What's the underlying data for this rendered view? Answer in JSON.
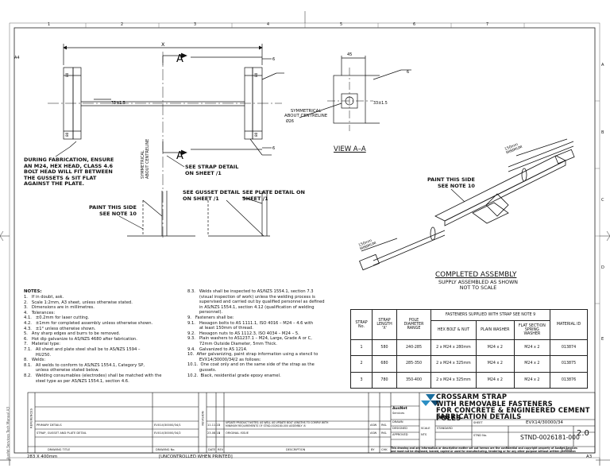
{
  "frame": {
    "columns": [
      "1",
      "2",
      "3",
      "4",
      "5",
      "6",
      "7"
    ],
    "rows": [
      "A",
      "B",
      "C",
      "D",
      "E"
    ],
    "sheet_size": "A3",
    "corner_label": "A4",
    "scale_bar": "283 X 400mm",
    "uncontrolled": "[UNCONTROLLED WHEN PRINTED]",
    "side_text": "Ausfet Services Tech Manual A3"
  },
  "dims": {
    "overall_x": "X",
    "six_a": "6",
    "six_b": "6",
    "six_c": "6",
    "forty_five": "45",
    "hole_a": "33±1.5",
    "hole_b": "33±1.5",
    "hole_dia": "Ø26",
    "symmetrical": "SYMMETRICAL\nABOUT CENTRELINE",
    "sym_vertical": "SYMMETRICAL\nABOUT CENTRELINE",
    "section_a_top": "A",
    "section_a_bottom": "A",
    "dim_80_a": "80",
    "dim_80_b": "80",
    "dim_80_c": "80",
    "dim_80_d": "80",
    "dim_150_a": "150mm\nMINIMUM",
    "dim_150_b": "150mm\nMINIMUM"
  },
  "callouts": {
    "during": "DURING FABRICATION, ENSURE\nAN M24, HEX HEAD, CLASS 4.6\nBOLT HEAD WILL FIT BETWEEN\nTHE GUSSETS & SIT FLAT\nAGAINST THE PLATE.",
    "strap": "SEE STRAP DETAIL\nON SHEET /1",
    "gusset": "SEE GUSSET DETAIL\nON SHEET /1",
    "plate": "SEE PLATE DETAIL ON\nSHEET /1",
    "paint_left": "PAINT THIS SIDE\nSEE NOTE 10",
    "paint_right": "PAINT THIS SIDE\nSEE NOTE 10",
    "view_aa": "VIEW A–A",
    "completed_title": "COMPLETED ASSEMBLY",
    "completed_sub": "SUPPLY ASSEMBLED AS SHOWN\nNOT TO SCALE"
  },
  "notes": {
    "heading": "NOTES:",
    "col1": "1.   If in doubt, ask.\n2.   Scale 1:2mm, A3 sheet, unless otherwise stated.\n3.   Dimensions are in millimetres.\n4.   Tolerances:\n4.1.   ±0.2mm for laser cutting.\n4.2.   ±1mm for completed assembly unless otherwise shown.\n4.3.   ±1° unless otherwise shown.\n5.   Any sharp edges and burrs to be removed.\n6.   Hot dip galvanize to AS/NZS 4680 after fabrication.\n7.   Material type:\n7.1.   All sheet and plate steel shall be to AS/NZS 1594 –\n         HU250.\n8.   Welds:\n8.1.   All welds to conform to AS/NZS 1554.1, Category SP,\n         unless otherwise stated below.\n8.2.   Welding consumables (electrodes) shall be matched with the\n         steel type as per AS/NZS 1554.1, section 4.6.",
    "col2": "8.3.   Welds shall be inspected to AS/NZS 1554.1, section 7.3\n         (visual inspection of work) unless the welding process is\n         supervised and carried out by qualified personnel as defined\n         in AS/NZS 1554.1, section 4.12 (qualification of welding\n         personnel).\n9.   Fasteners shall be:\n9.1.   Hexagon bolts to AS 1111.1, ISO 4016 – M24 – 4.6 with\n         at least 150mm of thread.\n9.2.   Hexagon nuts to AS 1112.3, ISO 4034 – M24 – 5.\n9.3.   Plain washers to AS1237.1 – M24, Large, Grade A or C,\n         72mm Outside Diameter, 5mm Thick.\n9.4.   Galvanized to AS 1214.\n10.  After galvanizing, paint strap information using a stencil to\n         EVX14/30000/34/2 as follows:\n10.1.  One coat only and on the same side of the strap as the\n         gussets.\n10.2.  Black, residential grade epoxy enamel."
  },
  "strap_table": {
    "headers": {
      "strap_no": "STRAP\nNo.",
      "strap_length": "STRAP\nLENGTH\n'X'",
      "pole_diameter": "POLE\nDIAMETER\nRANGE",
      "fasteners": "FASTENERS SUPPLIED WITH STRAP SEE NOTE 9",
      "hex_bolt": "HEX BOLT & NUT",
      "plain_washer": "PLAIN WASHER",
      "flat_section": "FLAT SECTION\nSPRING\nWASHER",
      "material_id": "MATERIAL ID"
    },
    "rows": [
      [
        "1",
        "580",
        "240-285",
        "2 x M24 x 280mm",
        "M24 x 2",
        "M24 x 2",
        "013874"
      ],
      [
        "2",
        "680",
        "285-350",
        "2 x M24 x 325mm",
        "M24 x 2",
        "M24 x 2",
        "013875"
      ],
      [
        "3",
        "780",
        "350-400",
        "2 x M24 x 325mm",
        "M24 x 2",
        "M24 x 2",
        "013876"
      ]
    ]
  },
  "title_block": {
    "references_label": "REFERENCES",
    "ref1": "PRIMARY DETAILS",
    "ref1_no": "EVX14/30000/34/1",
    "ref2": "STRAP, GUSSET AND PLATE DETAIL",
    "ref2_no": "EVX14/30000/34/2",
    "ref_col_title": "DRAWING TITLE",
    "ref_col_no": "DRAWING No.",
    "revision_label": "REVISION",
    "rev1_date": "11.11.21",
    "rev1_no": "2",
    "rev1_desc": "UPDATE PRODUCT NOTES; AS WELL AS UPDATE BOLT LENGTHS TO COMPLY WITH\nMINIMUM REQUIREMENTS OF STND-0026180-000 ASSEMBLY 'A'",
    "rev1_by": "ASW",
    "rev1_chk": "RKL",
    "rev2_date": "23.08.18",
    "rev2_no": "1",
    "rev2_desc": "ORIGINAL ISSUE",
    "rev2_by": "ASW",
    "rev2_chk": "RKL",
    "rev_col_date": "DATE",
    "rev_col_no": "REV",
    "rev_col_desc": "DESCRIPTION",
    "rev_col_by": "BY",
    "rev_col_chk": "CHK",
    "company": "AusNet",
    "company_sub": "Services",
    "title_line1": "CROSSARM STRAP",
    "title_line2": "WITH REMOVABLE FASTENERS",
    "title_line3": "FOR CONCRETE & ENGINEERED CEMENT POLES",
    "title_line4": "FABRICATION DETAILS",
    "drawn_label": "DRAWN",
    "designed_label": "DESIGNED",
    "approved_label": "APPROVED",
    "scale_label": "SCALE",
    "scale_value": "NTS",
    "standard_label": "STANDARD",
    "sheet_label": "SHEET",
    "sheet_value": "EVX14/30000/34",
    "stnd_label": "STND No.",
    "stnd_no": "STND-0026181-000",
    "rev_current": "2.0",
    "disclaimer": "This drawing and any information or descriptive matter set out hereon are the confidential and copyright property of AusNet Services\nand must not be disclosed, loaned, copied or used for manufacturing, tendering or for any other purpose without written permission",
    "copyright": "© 2018"
  }
}
